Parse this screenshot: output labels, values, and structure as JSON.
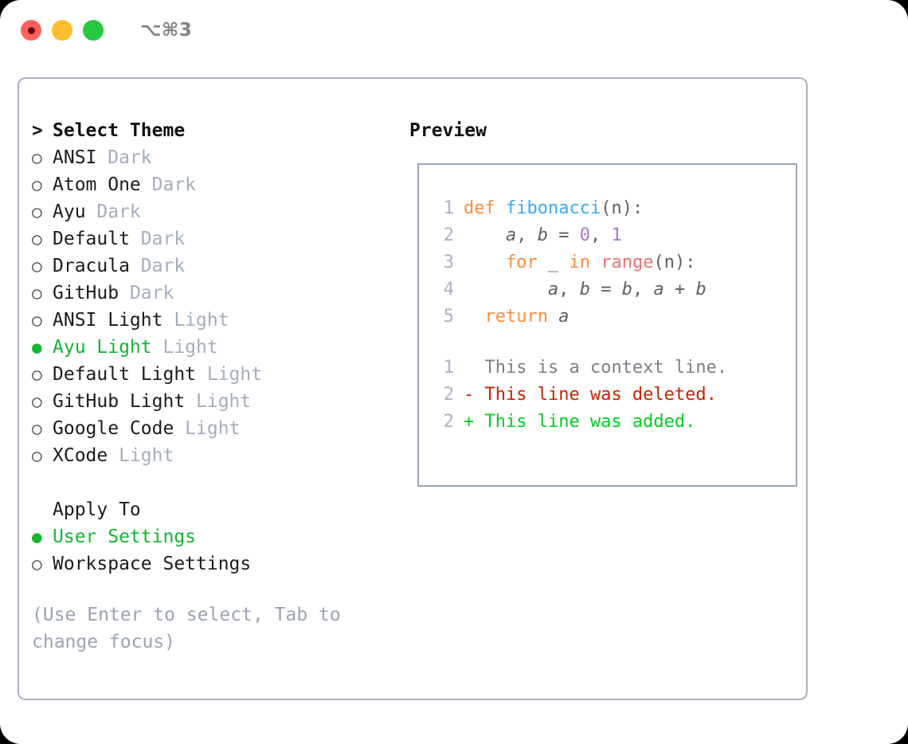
{
  "titlebar": {
    "shortcut": "⌥⌘3",
    "lights": [
      {
        "name": "close",
        "color": "#ff6159"
      },
      {
        "name": "minimize",
        "color": "#ffbd2e"
      },
      {
        "name": "maximize",
        "color": "#28c840"
      }
    ]
  },
  "theme_picker": {
    "header": "Select Theme",
    "caret": ">",
    "bullet_selected": "●",
    "bullet_unselected": "○",
    "items": [
      {
        "label": "ANSI",
        "tag": "Dark",
        "selected": false
      },
      {
        "label": "Atom One",
        "tag": "Dark",
        "selected": false
      },
      {
        "label": "Ayu",
        "tag": "Dark",
        "selected": false
      },
      {
        "label": "Default",
        "tag": "Dark",
        "selected": false
      },
      {
        "label": "Dracula",
        "tag": "Dark",
        "selected": false
      },
      {
        "label": "GitHub",
        "tag": "Dark",
        "selected": false
      },
      {
        "label": "ANSI Light",
        "tag": "Light",
        "selected": false
      },
      {
        "label": "Ayu Light",
        "tag": "Light",
        "selected": true
      },
      {
        "label": "Default Light",
        "tag": "Light",
        "selected": false
      },
      {
        "label": "GitHub Light",
        "tag": "Light",
        "selected": false
      },
      {
        "label": "Google Code",
        "tag": "Light",
        "selected": false
      },
      {
        "label": "XCode",
        "tag": "Light",
        "selected": false
      }
    ]
  },
  "apply_to": {
    "header": "Apply To",
    "items": [
      {
        "label": "User Settings",
        "selected": true
      },
      {
        "label": "Workspace Settings",
        "selected": false
      }
    ]
  },
  "hint": "(Use Enter to select, Tab to change focus)",
  "preview": {
    "title": "Preview",
    "code_lines": [
      {
        "no": "1",
        "tokens": [
          {
            "t": "def",
            "c": "kw"
          },
          {
            "t": " ",
            "c": "plain"
          },
          {
            "t": "fibonacci",
            "c": "fn"
          },
          {
            "t": "(n):",
            "c": "plain"
          }
        ]
      },
      {
        "no": "2",
        "tokens": [
          {
            "t": "    ",
            "c": "plain"
          },
          {
            "t": "a",
            "c": "var"
          },
          {
            "t": ", ",
            "c": "plain"
          },
          {
            "t": "b",
            "c": "var"
          },
          {
            "t": " = ",
            "c": "plain"
          },
          {
            "t": "0",
            "c": "num"
          },
          {
            "t": ", ",
            "c": "plain"
          },
          {
            "t": "1",
            "c": "num"
          }
        ]
      },
      {
        "no": "3",
        "tokens": [
          {
            "t": "    ",
            "c": "plain"
          },
          {
            "t": "for",
            "c": "kw"
          },
          {
            "t": " _ ",
            "c": "plain"
          },
          {
            "t": "in",
            "c": "kw"
          },
          {
            "t": " ",
            "c": "plain"
          },
          {
            "t": "range",
            "c": "call"
          },
          {
            "t": "(n):",
            "c": "plain"
          }
        ]
      },
      {
        "no": "4",
        "tokens": [
          {
            "t": "        ",
            "c": "plain"
          },
          {
            "t": "a",
            "c": "var"
          },
          {
            "t": ", ",
            "c": "plain"
          },
          {
            "t": "b",
            "c": "var"
          },
          {
            "t": " = ",
            "c": "plain"
          },
          {
            "t": "b",
            "c": "var"
          },
          {
            "t": ", ",
            "c": "plain"
          },
          {
            "t": "a",
            "c": "var"
          },
          {
            "t": " + ",
            "c": "plain"
          },
          {
            "t": "b",
            "c": "var"
          }
        ]
      },
      {
        "no": "5",
        "tokens": [
          {
            "t": "  ",
            "c": "plain"
          },
          {
            "t": "return",
            "c": "kw"
          },
          {
            "t": " ",
            "c": "plain"
          },
          {
            "t": "a",
            "c": "var"
          }
        ]
      }
    ],
    "diff_lines": [
      {
        "no": "1",
        "marker": "  ",
        "text": "This is a context line.",
        "kind": "ctx"
      },
      {
        "no": "2",
        "marker": "- ",
        "text": "This line was deleted.",
        "kind": "del"
      },
      {
        "no": "2",
        "marker": "+ ",
        "text": "This line was added.",
        "kind": "add"
      }
    ]
  },
  "colors": {
    "accent_green": "#14b533",
    "border": "#a9b2c1",
    "muted": "#a4adbd",
    "keyword": "#fa8d3e",
    "function": "#3ba9f5",
    "number": "#a37acc",
    "call": "#f07171",
    "diff_delete": "#cc2200",
    "diff_add": "#00cc22"
  }
}
